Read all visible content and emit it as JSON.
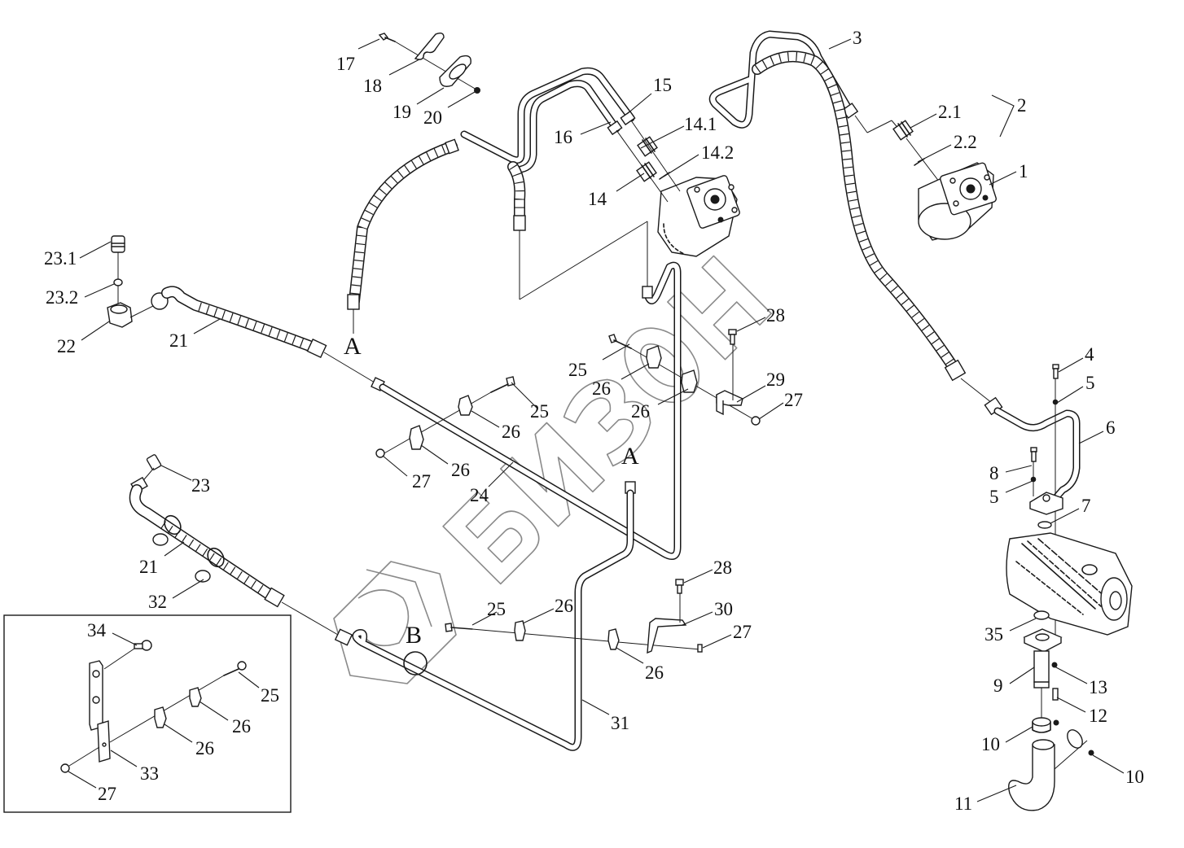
{
  "diagram": {
    "type": "exploded parts diagram",
    "subject": "Hydraulic steering system pipelines",
    "watermark": "БИЗОН",
    "section_marks": [
      {
        "id": "A-upper",
        "label": "A"
      },
      {
        "id": "A-lower",
        "label": "A"
      },
      {
        "id": "B",
        "label": "B"
      }
    ],
    "callouts": [
      {
        "id": "c1",
        "label": "1"
      },
      {
        "id": "c2",
        "label": "2"
      },
      {
        "id": "c2-1",
        "label": "2.1"
      },
      {
        "id": "c2-2",
        "label": "2.2"
      },
      {
        "id": "c3",
        "label": "3"
      },
      {
        "id": "c4",
        "label": "4"
      },
      {
        "id": "c5a",
        "label": "5"
      },
      {
        "id": "c5b",
        "label": "5"
      },
      {
        "id": "c6",
        "label": "6"
      },
      {
        "id": "c7",
        "label": "7"
      },
      {
        "id": "c8",
        "label": "8"
      },
      {
        "id": "c9",
        "label": "9"
      },
      {
        "id": "c10a",
        "label": "10"
      },
      {
        "id": "c10b",
        "label": "10"
      },
      {
        "id": "c11",
        "label": "11"
      },
      {
        "id": "c12",
        "label": "12"
      },
      {
        "id": "c13",
        "label": "13"
      },
      {
        "id": "c14",
        "label": "14"
      },
      {
        "id": "c14-1",
        "label": "14.1"
      },
      {
        "id": "c14-2",
        "label": "14.2"
      },
      {
        "id": "c15",
        "label": "15"
      },
      {
        "id": "c16",
        "label": "16"
      },
      {
        "id": "c17",
        "label": "17"
      },
      {
        "id": "c18",
        "label": "18"
      },
      {
        "id": "c19",
        "label": "19"
      },
      {
        "id": "c20",
        "label": "20"
      },
      {
        "id": "c21a",
        "label": "21"
      },
      {
        "id": "c21b",
        "label": "21"
      },
      {
        "id": "c22",
        "label": "22"
      },
      {
        "id": "c23",
        "label": "23"
      },
      {
        "id": "c23-1",
        "label": "23.1"
      },
      {
        "id": "c23-2",
        "label": "23.2"
      },
      {
        "id": "c24",
        "label": "24"
      },
      {
        "id": "c25a",
        "label": "25"
      },
      {
        "id": "c25b",
        "label": "25"
      },
      {
        "id": "c25c",
        "label": "25"
      },
      {
        "id": "c25d",
        "label": "25"
      },
      {
        "id": "c26a",
        "label": "26"
      },
      {
        "id": "c26b",
        "label": "26"
      },
      {
        "id": "c26c",
        "label": "26"
      },
      {
        "id": "c26d",
        "label": "26"
      },
      {
        "id": "c26e",
        "label": "26"
      },
      {
        "id": "c26f",
        "label": "26"
      },
      {
        "id": "c26g",
        "label": "26"
      },
      {
        "id": "c26h",
        "label": "26"
      },
      {
        "id": "c27a",
        "label": "27"
      },
      {
        "id": "c27b",
        "label": "27"
      },
      {
        "id": "c27c",
        "label": "27"
      },
      {
        "id": "c27d",
        "label": "27"
      },
      {
        "id": "c28a",
        "label": "28"
      },
      {
        "id": "c28b",
        "label": "28"
      },
      {
        "id": "c29",
        "label": "29"
      },
      {
        "id": "c30",
        "label": "30"
      },
      {
        "id": "c31",
        "label": "31"
      },
      {
        "id": "c32",
        "label": "32"
      },
      {
        "id": "c33",
        "label": "33"
      },
      {
        "id": "c34",
        "label": "34"
      },
      {
        "id": "c35",
        "label": "35"
      }
    ]
  }
}
